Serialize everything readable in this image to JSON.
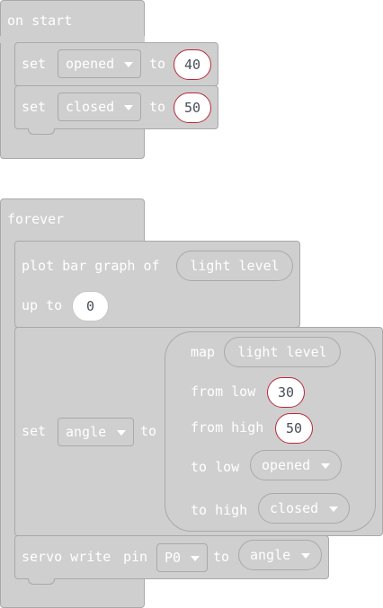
{
  "on_start": {
    "hat_label": "on start",
    "rows": [
      {
        "set": "set",
        "variable": "opened",
        "to": "to",
        "value": "40"
      },
      {
        "set": "set",
        "variable": "closed",
        "to": "to",
        "value": "50"
      }
    ]
  },
  "forever": {
    "hat_label": "forever",
    "plot": {
      "label": "plot bar graph of",
      "source": "light level",
      "up_to_label": "up to",
      "up_to_value": "0"
    },
    "set_angle": {
      "set": "set",
      "variable": "angle",
      "to": "to",
      "map": {
        "map_label": "map",
        "input": "light level",
        "from_low_label": "from low",
        "from_low_value": "30",
        "from_high_label": "from high",
        "from_high_value": "50",
        "to_low_label": "to low",
        "to_low_value": "opened",
        "to_high_label": "to high",
        "to_high_value": "closed"
      }
    },
    "servo": {
      "label_servo": "servo write",
      "label_pin": "pin",
      "pin": "P0",
      "to": "to",
      "value": "angle"
    }
  },
  "colors": {
    "block_fill": "#cfcfcf",
    "block_border": "#a9a9a9",
    "number_border": "#b8283a",
    "number_text": "#494f59"
  }
}
